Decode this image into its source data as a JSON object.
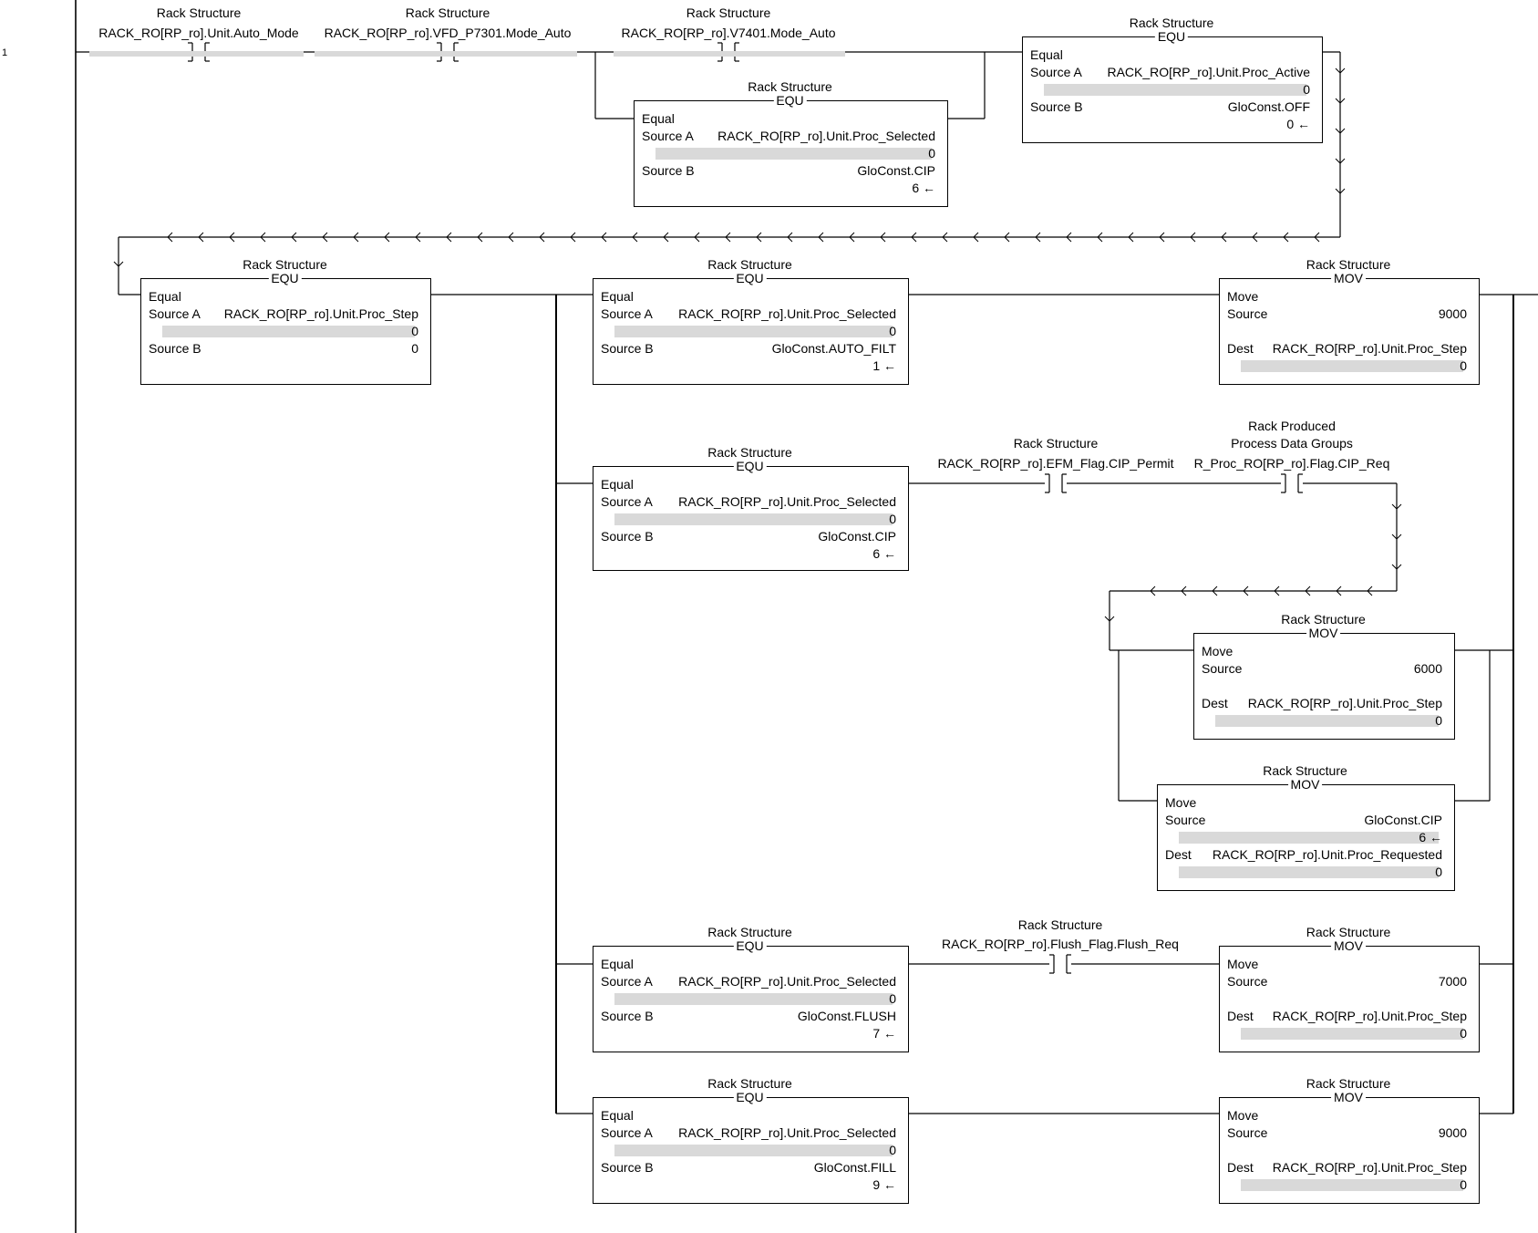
{
  "rung_number": "1",
  "contacts": [
    {
      "id": "c1",
      "desc": "Rack Structure",
      "tag": "RACK_RO[RP_ro].Unit.Auto_Mode"
    },
    {
      "id": "c2",
      "desc": "Rack Structure",
      "tag": "RACK_RO[RP_ro].VFD_P7301.Mode_Auto"
    },
    {
      "id": "c3",
      "desc": "Rack Structure",
      "tag": "RACK_RO[RP_ro].V7401.Mode_Auto"
    },
    {
      "id": "c4",
      "desc": "Rack Structure",
      "tag": "RACK_RO[RP_ro].EFM_Flag.CIP_Permit"
    },
    {
      "id": "c5",
      "desc_lines": [
        "Rack Produced",
        "Process Data Groups"
      ],
      "tag": "R_Proc_RO[RP_ro].Flag.CIP_Req"
    },
    {
      "id": "c6",
      "desc": "Rack Structure",
      "tag": "RACK_RO[RP_ro].Flush_Flag.Flush_Req"
    }
  ],
  "blocks": [
    {
      "id": "b1",
      "desc": "Rack Structure",
      "instr": "EQU",
      "title": "Equal",
      "rows": [
        {
          "label": "Source A",
          "tag": "RACK_RO[RP_ro].Unit.Proc_Selected",
          "value": "0"
        },
        {
          "label": "Source B",
          "tag": "GloConst.CIP",
          "value": "6 ←"
        }
      ]
    },
    {
      "id": "b2",
      "desc": "Rack Structure",
      "instr": "EQU",
      "title": "Equal",
      "rows": [
        {
          "label": "Source A",
          "tag": "RACK_RO[RP_ro].Unit.Proc_Active",
          "value": "0"
        },
        {
          "label": "Source B",
          "tag": "GloConst.OFF",
          "value": "0 ←"
        }
      ]
    },
    {
      "id": "b3",
      "desc": "Rack Structure",
      "instr": "EQU",
      "title": "Equal",
      "rows": [
        {
          "label": "Source A",
          "tag": "RACK_RO[RP_ro].Unit.Proc_Step",
          "value": "0"
        },
        {
          "label": "Source B",
          "tag": "",
          "value": "0"
        }
      ]
    },
    {
      "id": "b4",
      "desc": "Rack Structure",
      "instr": "EQU",
      "title": "Equal",
      "rows": [
        {
          "label": "Source A",
          "tag": "RACK_RO[RP_ro].Unit.Proc_Selected",
          "value": "0"
        },
        {
          "label": "Source B",
          "tag": "GloConst.AUTO_FILT",
          "value": "1 ←"
        }
      ]
    },
    {
      "id": "b5",
      "desc": "Rack Structure",
      "instr": "MOV",
      "title": "Move",
      "rows": [
        {
          "label": "Source",
          "tag": "",
          "value": "9000"
        },
        {
          "label": "Dest",
          "tag": "RACK_RO[RP_ro].Unit.Proc_Step",
          "value": "0"
        }
      ]
    },
    {
      "id": "b6",
      "desc": "Rack Structure",
      "instr": "EQU",
      "title": "Equal",
      "rows": [
        {
          "label": "Source A",
          "tag": "RACK_RO[RP_ro].Unit.Proc_Selected",
          "value": "0"
        },
        {
          "label": "Source B",
          "tag": "GloConst.CIP",
          "value": "6 ←"
        }
      ]
    },
    {
      "id": "b7",
      "desc": "Rack Structure",
      "instr": "MOV",
      "title": "Move",
      "rows": [
        {
          "label": "Source",
          "tag": "",
          "value": "6000"
        },
        {
          "label": "Dest",
          "tag": "RACK_RO[RP_ro].Unit.Proc_Step",
          "value": "0"
        }
      ]
    },
    {
      "id": "b8",
      "desc": "Rack Structure",
      "instr": "MOV",
      "title": "Move",
      "rows": [
        {
          "label": "Source",
          "tag": "GloConst.CIP",
          "value": "6 ←"
        },
        {
          "label": "Dest",
          "tag": "RACK_RO[RP_ro].Unit.Proc_Requested",
          "value": "0"
        }
      ]
    },
    {
      "id": "b9",
      "desc": "Rack Structure",
      "instr": "EQU",
      "title": "Equal",
      "rows": [
        {
          "label": "Source A",
          "tag": "RACK_RO[RP_ro].Unit.Proc_Selected",
          "value": "0"
        },
        {
          "label": "Source B",
          "tag": "GloConst.FLUSH",
          "value": "7 ←"
        }
      ]
    },
    {
      "id": "b10",
      "desc": "Rack Structure",
      "instr": "MOV",
      "title": "Move",
      "rows": [
        {
          "label": "Source",
          "tag": "",
          "value": "7000"
        },
        {
          "label": "Dest",
          "tag": "RACK_RO[RP_ro].Unit.Proc_Step",
          "value": "0"
        }
      ]
    },
    {
      "id": "b11",
      "desc": "Rack Structure",
      "instr": "EQU",
      "title": "Equal",
      "rows": [
        {
          "label": "Source A",
          "tag": "RACK_RO[RP_ro].Unit.Proc_Selected",
          "value": "0"
        },
        {
          "label": "Source B",
          "tag": "GloConst.FILL",
          "value": "9 ←"
        }
      ]
    },
    {
      "id": "b12",
      "desc": "Rack Structure",
      "instr": "MOV",
      "title": "Move",
      "rows": [
        {
          "label": "Source",
          "tag": "",
          "value": "9000"
        },
        {
          "label": "Dest",
          "tag": "RACK_RO[RP_ro].Unit.Proc_Step",
          "value": "0"
        }
      ]
    }
  ]
}
